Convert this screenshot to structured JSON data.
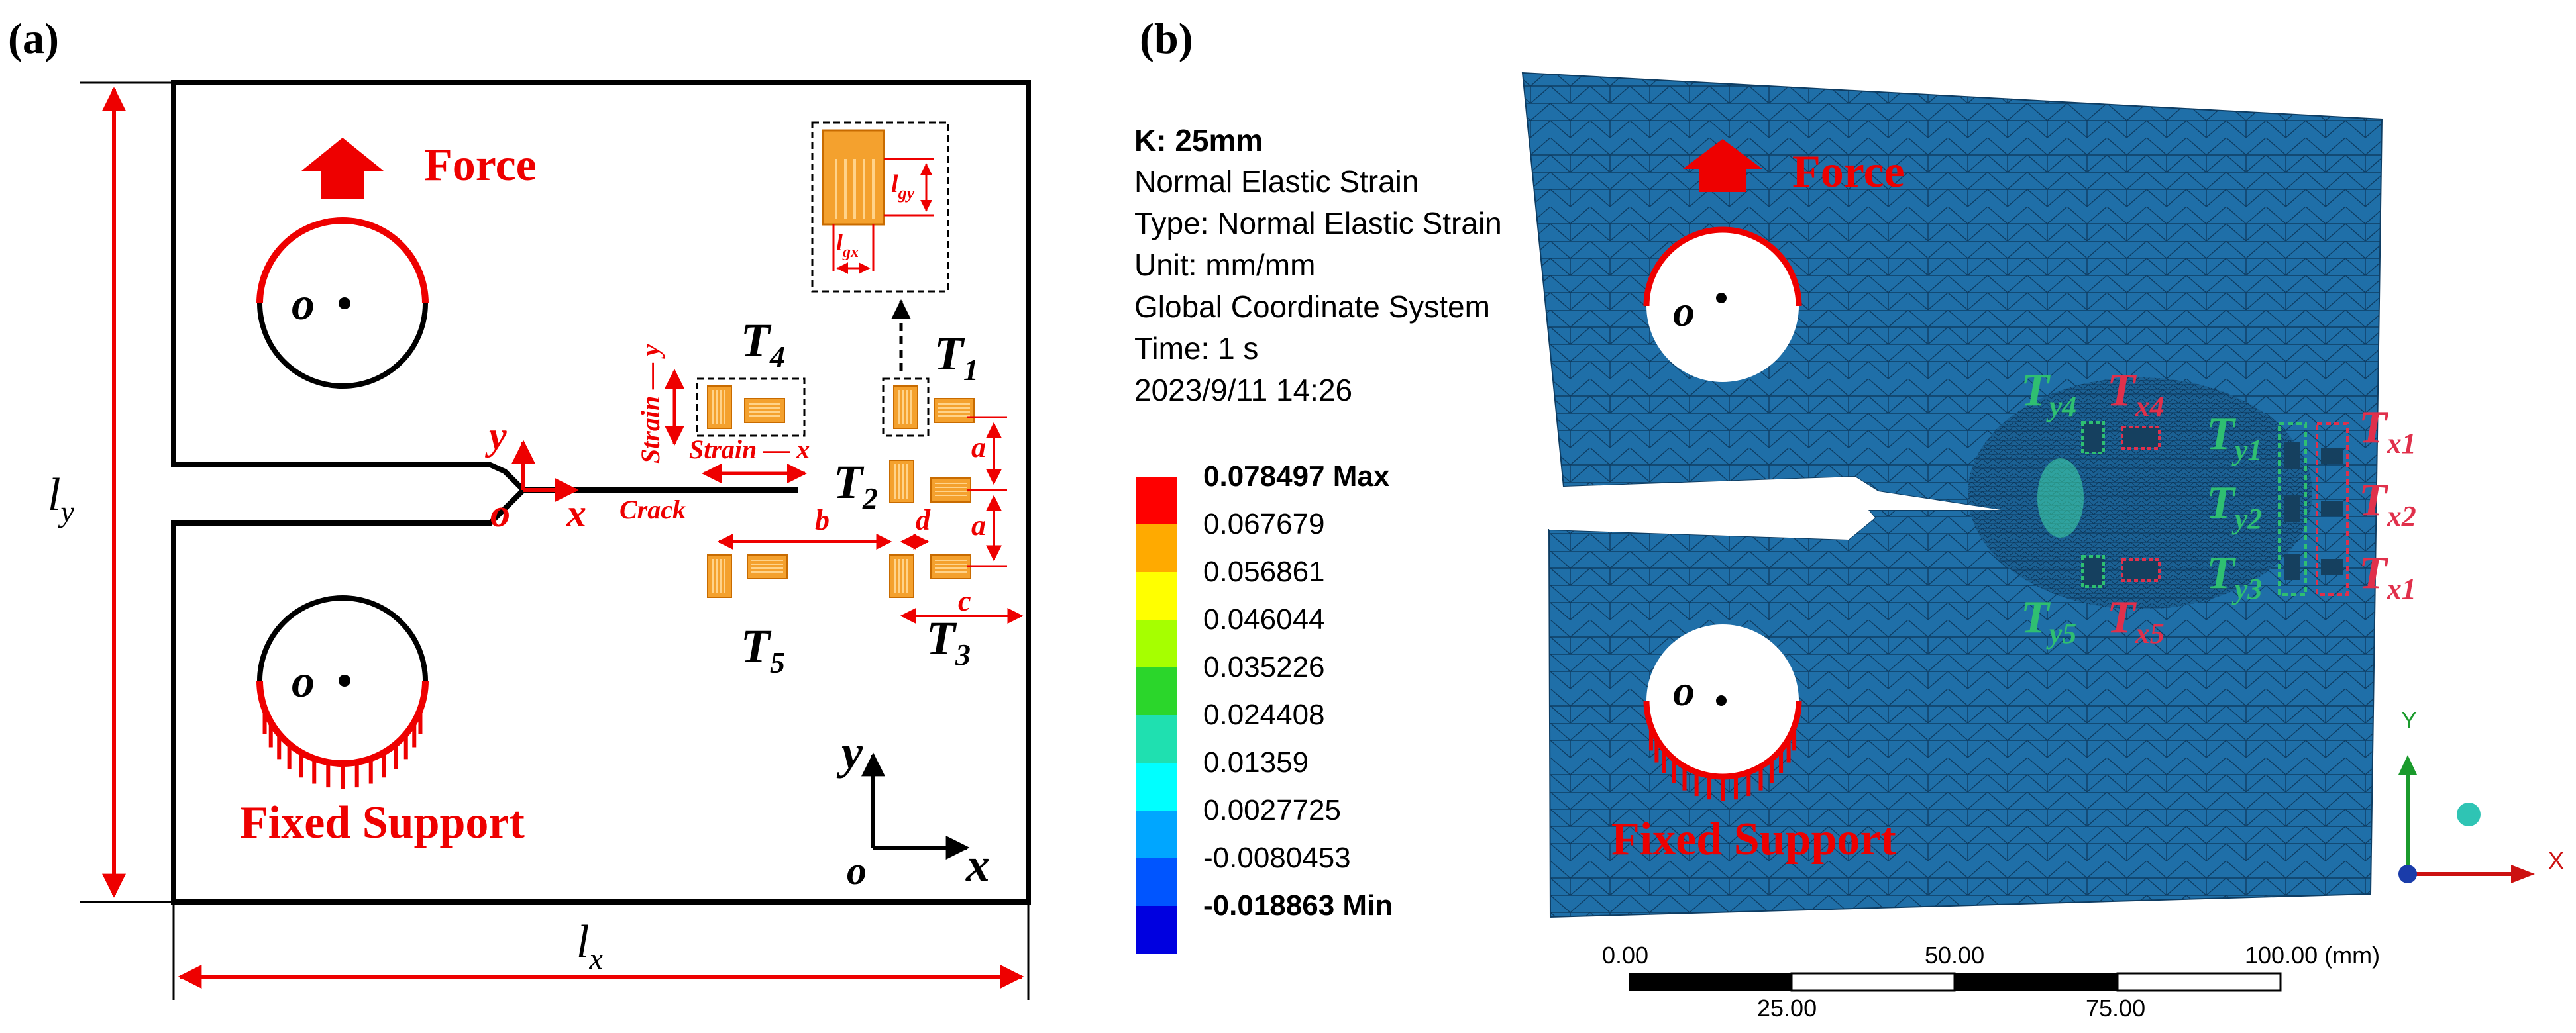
{
  "panel_a": {
    "label": "(a)",
    "force_label": "Force",
    "fixed_support_label": "Fixed Support",
    "center_o": "o",
    "dim_lx": "l",
    "dim_lx_sub": "x",
    "dim_ly": "l",
    "dim_ly_sub": "y",
    "crack_label": "Crack",
    "crack_axis_x": "x",
    "crack_axis_y": "y",
    "crack_origin": "o",
    "strain_y": "Strain",
    "strain_y_dir": "y",
    "strain_x": "Strain",
    "strain_x_dir": "x",
    "gauge_lgy": "l",
    "gauge_lgy_sub": "gy",
    "gauge_lgx": "l",
    "gauge_lgx_sub": "gx",
    "t1": "T",
    "t1_sub": "1",
    "t2": "T",
    "t2_sub": "2",
    "t3": "T",
    "t3_sub": "3",
    "t4": "T",
    "t4_sub": "4",
    "t5": "T",
    "t5_sub": "5",
    "dim_a": "a",
    "dim_b": "b",
    "dim_c": "c",
    "dim_d": "d",
    "axes_x": "x",
    "axes_y": "y",
    "axes_o": "o"
  },
  "panel_b": {
    "label": "(b)",
    "info": {
      "title": "K: 25mm",
      "line1": "Normal Elastic Strain",
      "line2": "Type: Normal Elastic Strain",
      "line3": "Unit: mm/mm",
      "line4": "Global Coordinate System",
      "line5": "Time: 1 s",
      "line6": "2023/9/11 14:26"
    },
    "legend": {
      "max_label": "0.078497 Max",
      "values": [
        "0.067679",
        "0.056861",
        "0.046044",
        "0.035226",
        "0.024408",
        "0.01359",
        "0.0027725",
        "-0.0080453"
      ],
      "min_label": "-0.018863 Min",
      "colors": [
        "#ff0000",
        "#ffaa00",
        "#ffff00",
        "#a6ff00",
        "#2bd62b",
        "#1fe0b0",
        "#00ffff",
        "#00a6ff",
        "#0055ff",
        "#0000e0"
      ]
    },
    "force_label": "Force",
    "fixed_support_label": "Fixed Support",
    "center_o": "o",
    "ty1": "T",
    "ty1_sub": "y1",
    "ty2": "T",
    "ty2_sub": "y2",
    "ty3": "T",
    "ty3_sub": "y3",
    "ty4": "T",
    "ty4_sub": "y4",
    "ty5": "T",
    "ty5_sub": "y5",
    "tx1a": "T",
    "tx1a_sub": "x1",
    "tx2": "T",
    "tx2_sub": "x2",
    "tx1b": "T",
    "tx1b_sub": "x1",
    "tx4": "T",
    "tx4_sub": "x4",
    "tx5": "T",
    "tx5_sub": "x5",
    "scale": {
      "t0": "0.00",
      "t50": "50.00",
      "t100": "100.00 (mm)",
      "t25": "25.00",
      "t75": "75.00"
    },
    "triad": {
      "x": "X",
      "y": "Y"
    },
    "mesh_color": "#1f6fa8"
  }
}
